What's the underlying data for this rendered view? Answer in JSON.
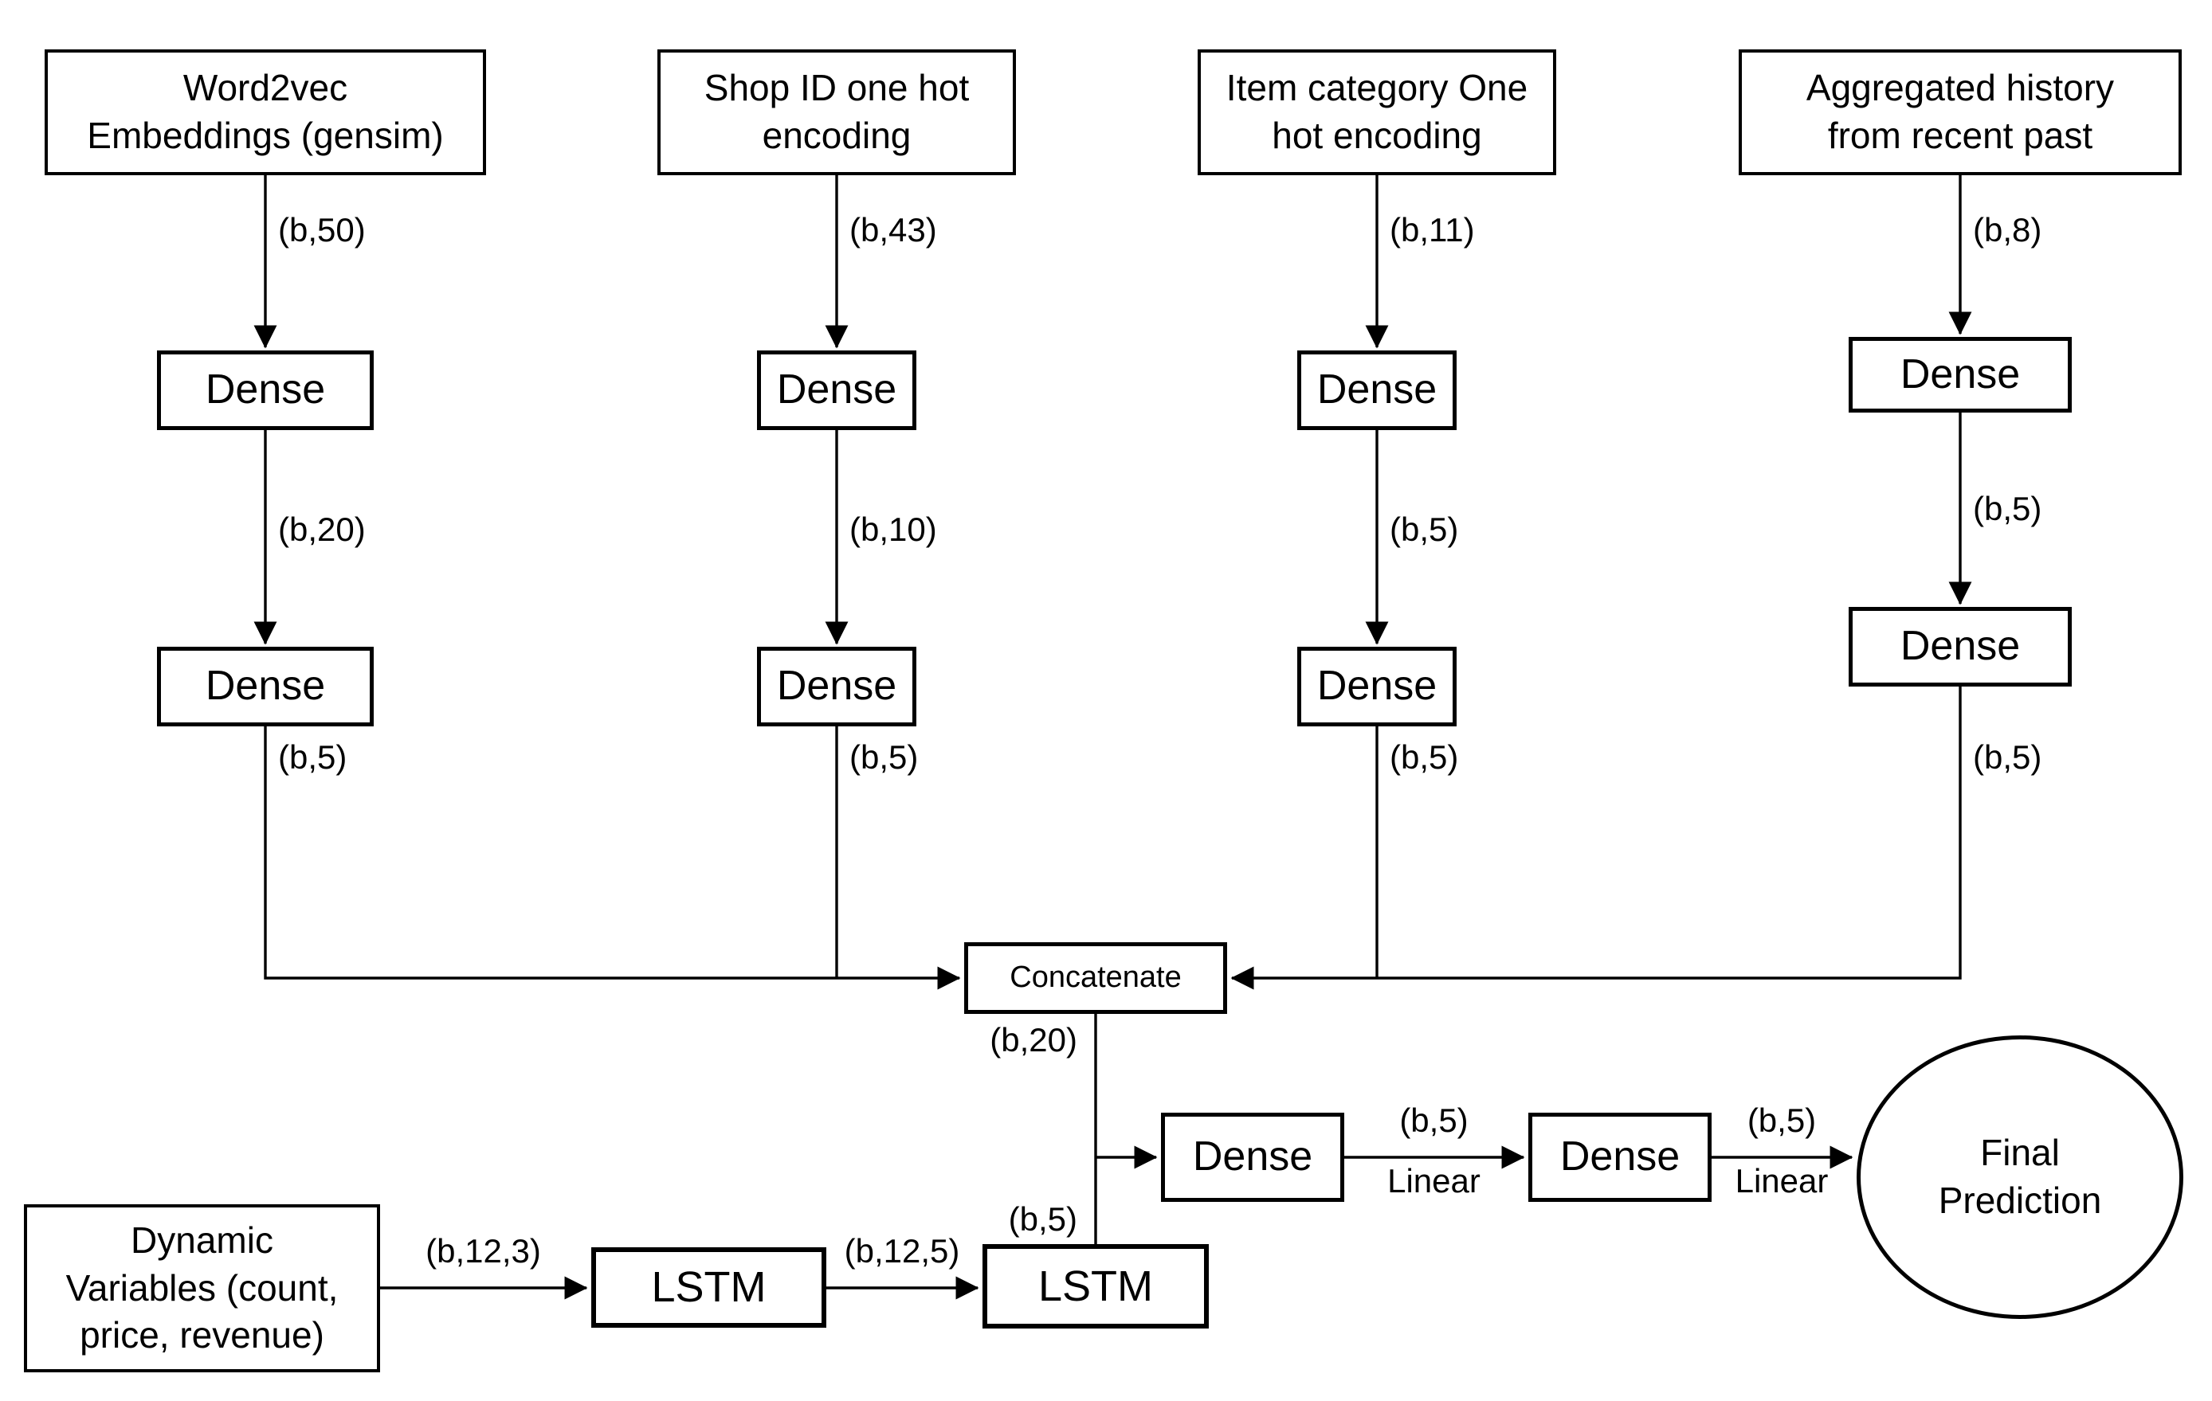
{
  "colors": {
    "background": "#ffffff",
    "line": "#000000",
    "text": "#000000"
  },
  "columns": [
    {
      "input": "Word2vec\nEmbeddings (gensim)",
      "dim_in": "(b,50)",
      "dense1": "Dense",
      "dim_mid": "(b,20)",
      "dense2": "Dense",
      "dim_out": "(b,5)"
    },
    {
      "input": "Shop ID one hot\nencoding",
      "dim_in": "(b,43)",
      "dense1": "Dense",
      "dim_mid": "(b,10)",
      "dense2": "Dense",
      "dim_out": "(b,5)"
    },
    {
      "input": "Item category One\nhot encoding",
      "dim_in": "(b,11)",
      "dense1": "Dense",
      "dim_mid": "(b,5)",
      "dense2": "Dense",
      "dim_out": "(b,5)"
    },
    {
      "input": "Aggregated history\nfrom recent past",
      "dim_in": "(b,8)",
      "dense1": "Dense",
      "dim_mid": "(b,5)",
      "dense2": "Dense",
      "dim_out": "(b,5)"
    }
  ],
  "concatenate": {
    "label": "Concatenate",
    "output_dim": "(b,20)"
  },
  "recurrent": {
    "input": "Dynamic\nVariables (count,\nprice, revenue)",
    "dim1": "(b,12,3)",
    "lstm1": "LSTM",
    "dim2": "(b,12,5)",
    "lstm2": "LSTM",
    "output_dim": "(b,5)"
  },
  "head": {
    "dense1": "Dense",
    "dim1": "(b,5)",
    "act1": "Linear",
    "dense2": "Dense",
    "dim2": "(b,5)",
    "act2": "Linear",
    "output": "Final\nPrediction"
  }
}
